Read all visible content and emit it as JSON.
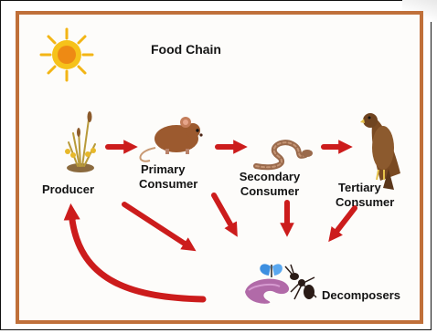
{
  "diagram": {
    "title": "Food Chain",
    "nodes": {
      "producer": "Producer",
      "primary": [
        "Primary",
        "Consumer"
      ],
      "secondary": [
        "Secondary",
        "Consumer"
      ],
      "tertiary": [
        "Tertiary",
        "Consumer"
      ],
      "decomposers": "Decomposers"
    },
    "colors": {
      "arrow": "#cc1c1c",
      "frame": "#c0703a",
      "sun": "#f6c21a",
      "sun_core": "#ee8a14"
    }
  }
}
